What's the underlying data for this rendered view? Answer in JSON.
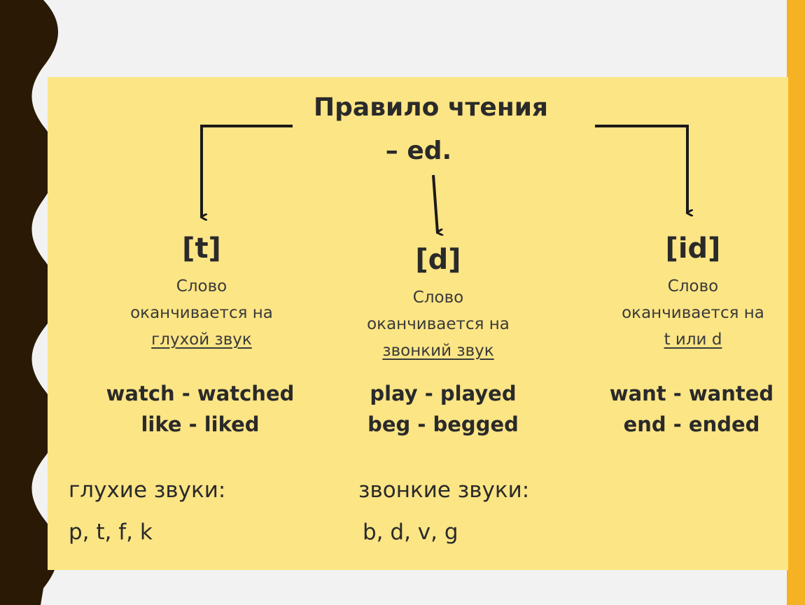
{
  "title": {
    "line1": "Правило чтения",
    "line2": "– ed."
  },
  "columns": [
    {
      "sound": "[t]",
      "desc1": "Слово",
      "desc2": "оканчивается на",
      "desc3": "глухой звук",
      "examples": [
        "watch - watched",
        "like - liked"
      ]
    },
    {
      "sound": "[d]",
      "desc1": "Слово",
      "desc2": "оканчивается на",
      "desc3": "звонкий звук",
      "examples": [
        "play - played",
        "beg - begged"
      ]
    },
    {
      "sound": "[id]",
      "desc1": "Слово",
      "desc2": "оканчивается на",
      "desc3": "t или d",
      "examples": [
        "want - wanted",
        "end - ended"
      ]
    }
  ],
  "footer": {
    "voiceless_label": "глухие звуки:",
    "voiceless_list": "p, t, f, k",
    "voiced_label": "звонкие звуки:",
    "voiced_list": "b, d, v, g"
  },
  "colors": {
    "card": "#fce585",
    "accent": "#f5b324",
    "dark": "#2a1a05"
  }
}
